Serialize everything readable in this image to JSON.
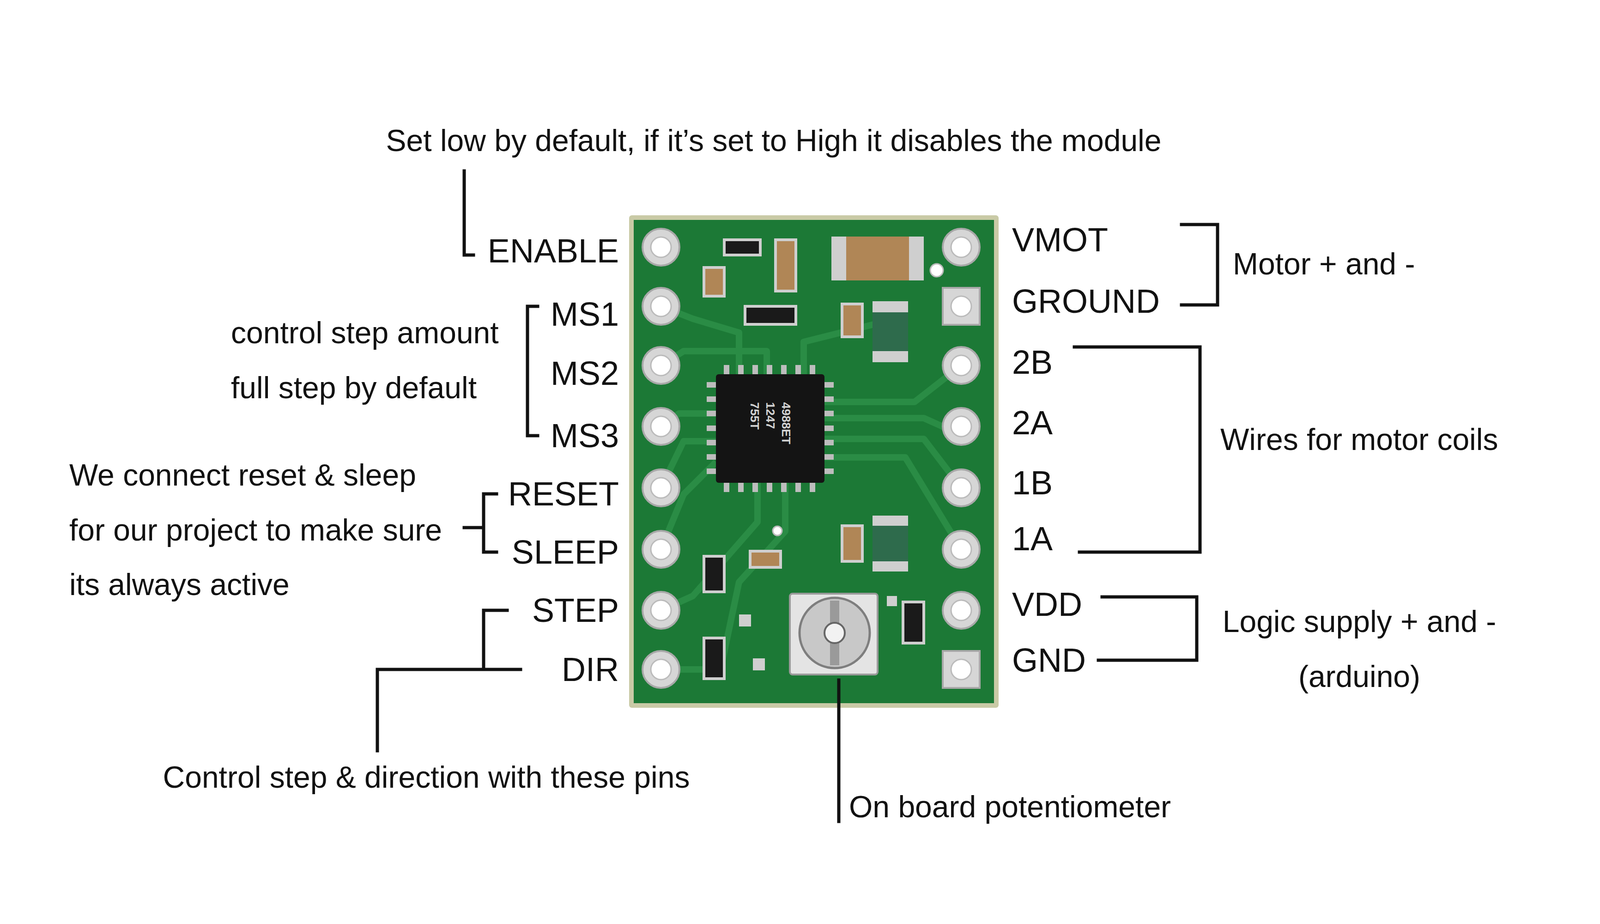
{
  "diagram": {
    "nodes": [
      {
        "text": [
          "4988ET 1247 755T"
        ]
      }
    ],
    "labels": [
      "Set low by default, if it’s set to High it disables the module",
      "ENABLE",
      "MS1",
      "MS2",
      "MS3",
      "control step amount full step by default",
      "RESET",
      "SLEEP",
      "We connect reset & sleep for our project to make sure its always active",
      "STEP",
      "DIR",
      "Control step & direction with these pins",
      "On board potentiometer",
      "VMOT",
      "GROUND",
      "Motor + and -",
      "2B",
      "2A",
      "1B",
      "1A",
      "Wires for motor coils",
      "VDD",
      "GND",
      "Logic supply + and - (arduino)"
    ]
  }
}
